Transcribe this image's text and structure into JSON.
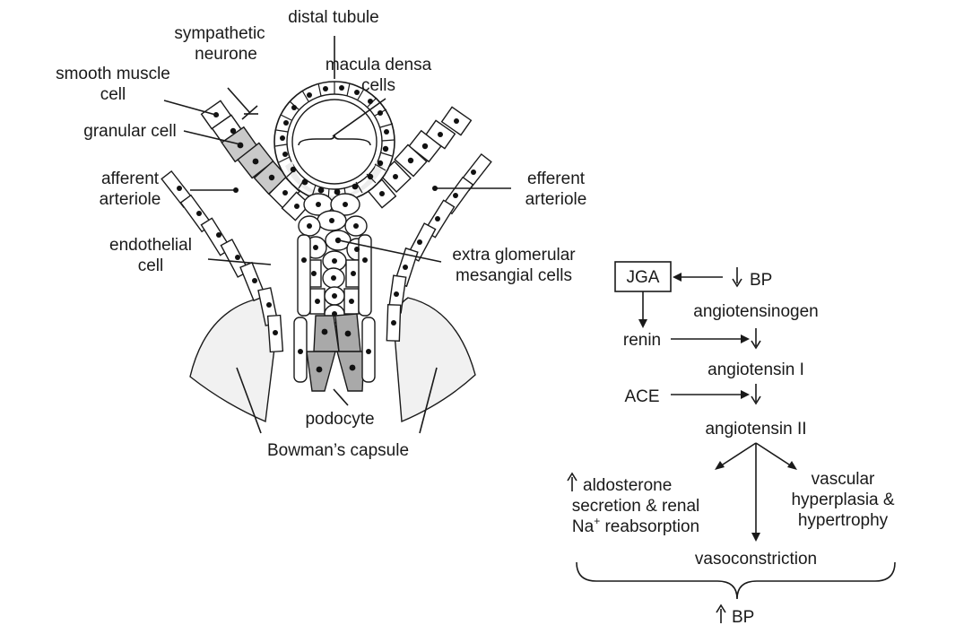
{
  "anatomy_labels": {
    "distal_tubule": "distal tubule",
    "sympathetic_1": "sympathetic",
    "sympathetic_2": "neurone",
    "smooth_muscle_1": "smooth muscle",
    "smooth_muscle_2": "cell",
    "macula_densa_1": "macula densa",
    "macula_densa_2": "cells",
    "granular_cell": "granular cell",
    "afferent_1": "afferent",
    "afferent_2": "arteriole",
    "efferent_1": "efferent",
    "efferent_2": "arteriole",
    "endothelial_1": "endothelial",
    "endothelial_2": "cell",
    "mesangial_1": "extra glomerular",
    "mesangial_2": "mesangial cells",
    "podocyte": "podocyte",
    "bowmans_capsule": "Bowman’s capsule"
  },
  "flow_labels": {
    "jga": "JGA",
    "bp_low": "BP",
    "angiotensinogen": "angiotensinogen",
    "renin": "renin",
    "angiotensin_1": "angiotensin I",
    "ace": "ACE",
    "angiotensin_2": "angiotensin II",
    "aldo_1": "aldosterone",
    "aldo_2": "secretion & renal",
    "aldo_3a": "Na",
    "aldo_3_sup": "+",
    "aldo_3b": " reabsorption",
    "vascular_1": "vascular",
    "vascular_2": "hyperplasia &",
    "vascular_3": "hypertrophy",
    "vasoconstriction": "vasoconstriction",
    "bp_high": "BP"
  }
}
